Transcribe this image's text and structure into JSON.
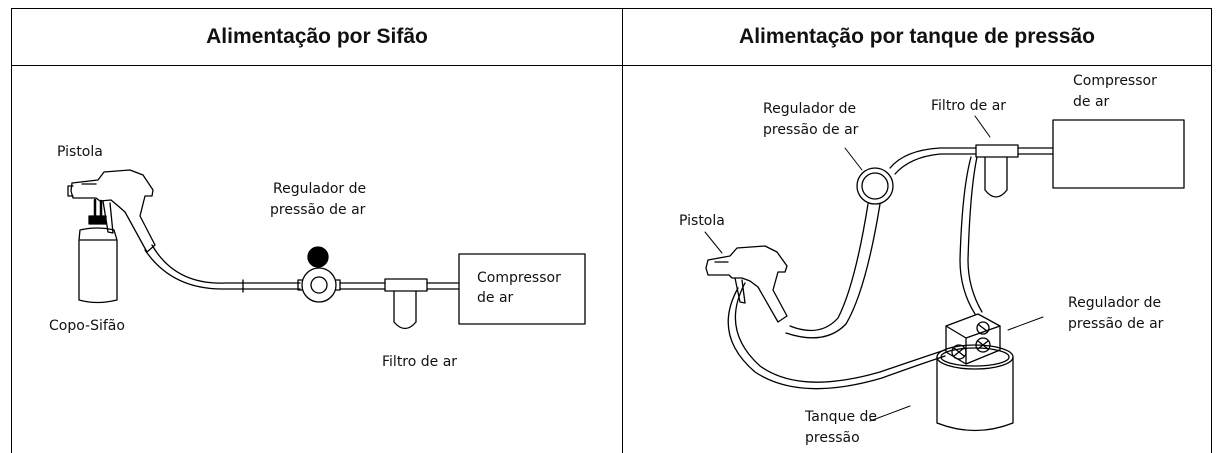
{
  "left_panel": {
    "title": "Alimentação por Sifão",
    "labels": {
      "gun": "Pistola",
      "regulator_line1": "Regulador de",
      "regulator_line2": "pressão de ar",
      "compressor_line1": "Compressor",
      "compressor_line2": "de ar",
      "cup": "Copo-Sifão",
      "filter": "Filtro de ar"
    }
  },
  "right_panel": {
    "title": "Alimentação por tanque de pressão",
    "labels": {
      "compressor_line1": "Compressor",
      "compressor_line2": "de ar",
      "filter": "Filtro de ar",
      "regulator_top_line1": "Regulador de",
      "regulator_top_line2": "pressão de ar",
      "gun": "Pistola",
      "regulator_tank_line1": "Regulador de",
      "regulator_tank_line2": "pressão de ar",
      "tank_line1": "Tanque de",
      "tank_line2": "pressão"
    }
  }
}
